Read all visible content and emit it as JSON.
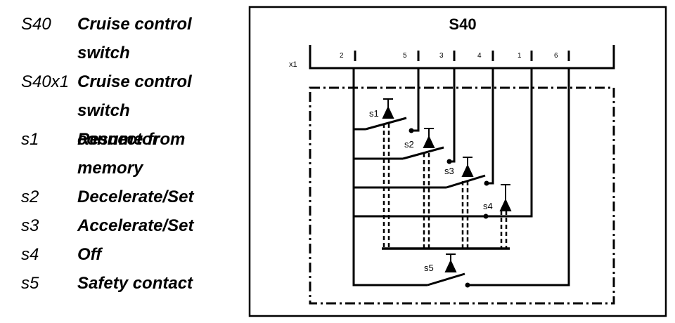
{
  "legend": [
    {
      "code": "S40",
      "desc": "Cruise control switch"
    },
    {
      "code": "S40x1",
      "desc": "Cruise control switch connector"
    },
    {
      "code": "s1",
      "desc": "Resume from memory"
    },
    {
      "code": "s2",
      "desc": "Decelerate/Set"
    },
    {
      "code": "s3",
      "desc": "Accelerate/Set"
    },
    {
      "code": "s4",
      "desc": "Off"
    },
    {
      "code": "s5",
      "desc": "Safety contact"
    }
  ],
  "diagram": {
    "title": "S40",
    "connector_label": "x1",
    "pins": [
      "2",
      "5",
      "3",
      "4",
      "1",
      "6"
    ],
    "switches": [
      "s1",
      "s2",
      "s3",
      "s4",
      "s5"
    ]
  }
}
